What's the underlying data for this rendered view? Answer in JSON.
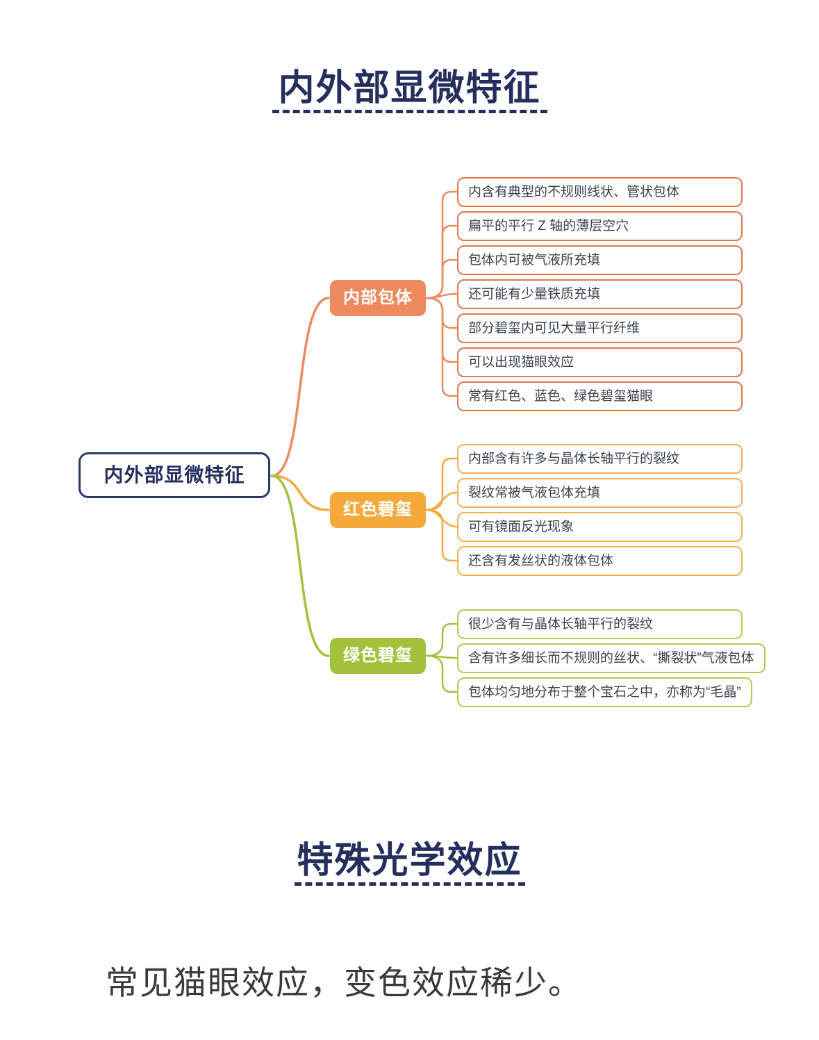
{
  "header": {
    "title": "内外部显微特征"
  },
  "mindmap": {
    "root": "内外部显微特征",
    "branches": [
      {
        "label": "内部包体",
        "color": "#EC8A5E",
        "leaf_border": "#E0764B",
        "leaves": [
          "内含有典型的不规则线状、管状包体",
          "扁平的平行 Z 轴的薄层空穴",
          "包体内可被气液所充填",
          "还可能有少量铁质充填",
          "部分碧玺内可见大量平行纤维",
          "可以出现猫眼效应",
          "常有红色、蓝色、绿色碧玺猫眼"
        ]
      },
      {
        "label": "红色碧玺",
        "color": "#F6A93B",
        "leaf_border": "#F3B156",
        "leaves": [
          "内部含有许多与晶体长轴平行的裂纹",
          "裂纹常被气液包体充填",
          "可有镜面反光现象",
          "还含有发丝状的液体包体"
        ]
      },
      {
        "label": "绿色碧玺",
        "color": "#A4C13C",
        "leaf_border": "#B2CC52",
        "leaves": [
          "很少含有与晶体长轴平行的裂纹",
          "含有许多细长而不规则的丝状、“撕裂状”气液包体",
          "包体均匀地分布于整个宝石之中，亦称为“毛晶”"
        ]
      }
    ]
  },
  "optical_section": {
    "title": "特殊光学效应",
    "text": "常见猫眼效应，变色效应稀少。"
  },
  "colors": {
    "navy": "#252F5E",
    "leaf_text": "#3C414D",
    "background": "#FFFFFF"
  }
}
